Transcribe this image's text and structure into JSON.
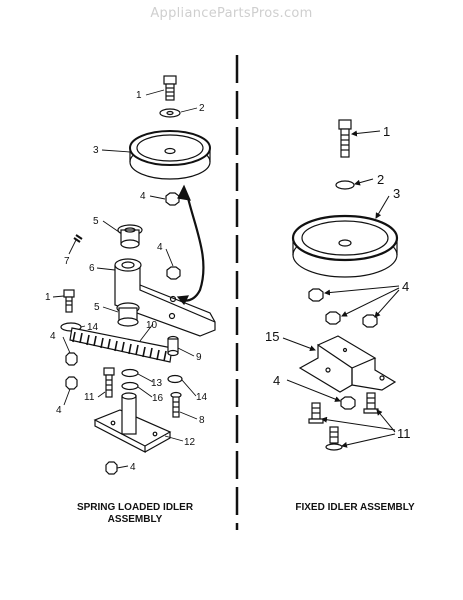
{
  "watermark": "AppliancePartsPros.com",
  "left_assembly": {
    "caption_line1": "SPRING LOADED IDLER",
    "caption_line2": "ASSEMBLY",
    "labels": [
      "1",
      "2",
      "3",
      "4",
      "5",
      "7",
      "4",
      "6",
      "5",
      "1",
      "14",
      "10",
      "9",
      "4",
      "13",
      "4",
      "11",
      "16",
      "14",
      "8",
      "12",
      "4"
    ]
  },
  "right_assembly": {
    "caption": "FIXED IDLER ASSEMBLY",
    "labels": [
      "1",
      "2",
      "3",
      "4",
      "15",
      "4",
      "11"
    ]
  }
}
